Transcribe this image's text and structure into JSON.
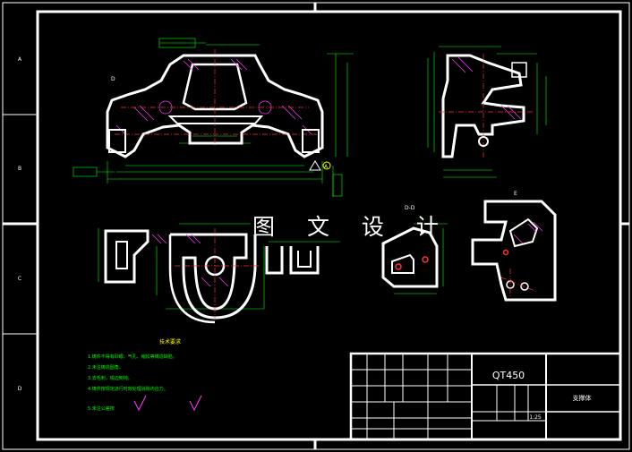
{
  "watermark": {
    "text": "图 文 设 计"
  },
  "title_block": {
    "material": "QT450",
    "part_name": "支撑体",
    "scale": "1:25"
  },
  "zone_letters": [
    "A",
    "B",
    "C",
    "D"
  ],
  "sections": {
    "d_d": "D-D",
    "e": "E",
    "d_marker": "D"
  },
  "datum": {
    "a": "A"
  },
  "tech_requirements": {
    "title": "技术要求",
    "items": [
      "1.铸件不得有砂眼、气孔、缩松等铸造缺陷。",
      "2.未注铸造圆角。",
      "3.去毛刺，锐边倒钝。",
      "4.铸件按规定进行时效处理消除内应力。",
      "5.未注公差按"
    ]
  },
  "colors": {
    "background": "#000000",
    "frame": "#ffffff",
    "dimension": "#00ff00",
    "hatch": "#ff3cff",
    "center": "#ff3030",
    "accent": "#ffff00"
  }
}
